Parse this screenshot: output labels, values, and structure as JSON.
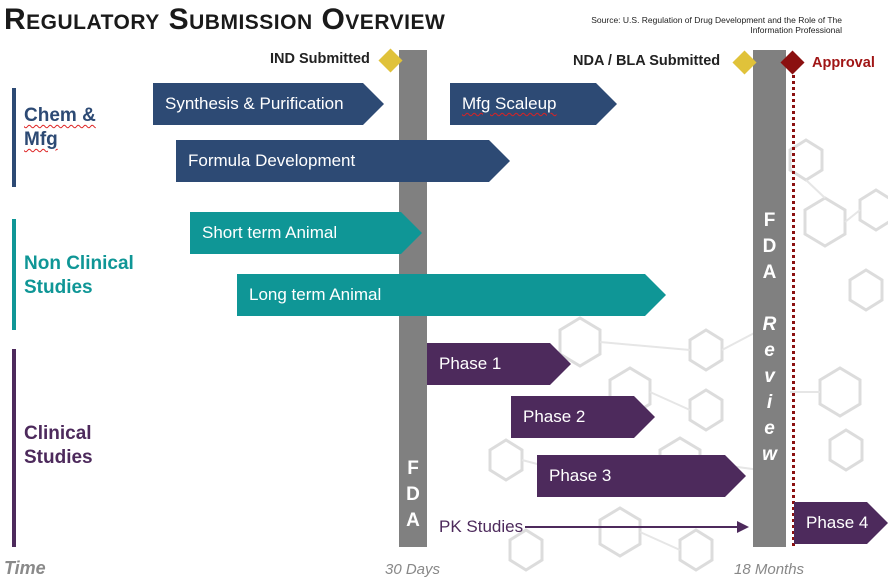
{
  "title": "Regulatory Submission Overview",
  "source": "Source: U.S. Regulation of Drug Development and the Role of The Information Professional",
  "milestones": {
    "ind": "IND Submitted",
    "nda": "NDA / BLA Submitted",
    "approval": "Approval"
  },
  "bars": {
    "fda_short": [
      "F",
      "D",
      "A"
    ],
    "fda_review": [
      "F",
      "D",
      "A",
      "",
      "R",
      "e",
      "v",
      "i",
      "e",
      "w"
    ]
  },
  "categories": {
    "chem": "Chem & Mfg",
    "nonclinical": "Non Clinical Studies",
    "clinical": "Clinical Studies"
  },
  "activities": {
    "synthesis": "Synthesis & Purification",
    "mfg_scaleup": "Mfg Scaleup",
    "formula": "Formula Development",
    "short_animal": "Short term Animal",
    "long_animal": "Long term Animal",
    "phase1": "Phase 1",
    "phase2": "Phase 2",
    "phase3": "Phase 3",
    "pk": "PK Studies",
    "phase4": "Phase 4"
  },
  "axis": {
    "time": "Time",
    "t30": "30 Days",
    "t18": "18 Months"
  },
  "colors": {
    "chem": "#2d4a74",
    "nonclinical": "#0f9696",
    "clinical": "#4d2a5c",
    "milestone_diamond": "#e0c23a",
    "approval": "#8b1010",
    "fda_bar": "#808080"
  }
}
